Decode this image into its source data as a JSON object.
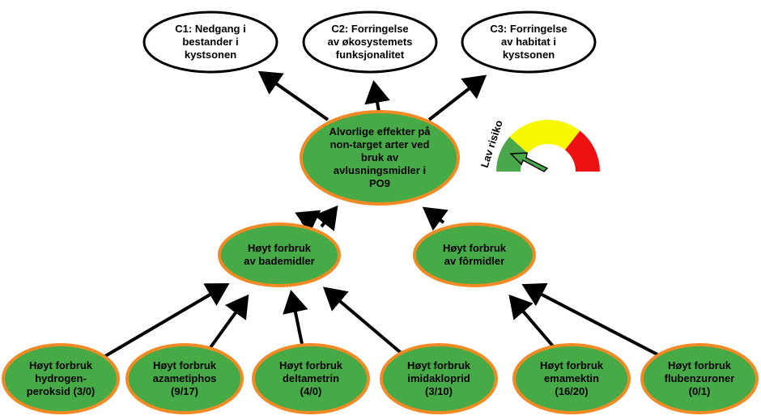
{
  "consequences": [
    {
      "lines": [
        "C1: Nedgang i",
        "bestander i",
        "kystsonen"
      ]
    },
    {
      "lines": [
        "C2: Forringelse",
        "av økosystemets",
        "funksjonalitet"
      ]
    },
    {
      "lines": [
        "C3: Forringelse",
        "av habitat i",
        "kystsonen"
      ]
    }
  ],
  "top_event": {
    "lines": [
      "Alvorlige effekter på",
      "non-target arter ved",
      "bruk av",
      "avlusningsmidler i",
      "PO9"
    ]
  },
  "intermediate": [
    {
      "lines": [
        "Høyt forbruk",
        "av bademidler"
      ]
    },
    {
      "lines": [
        "Høyt forbruk",
        "av fôrmidler"
      ]
    }
  ],
  "causes": [
    {
      "lines": [
        "Høyt forbruk",
        "hydrogen-",
        "peroksid (3/0)"
      ]
    },
    {
      "lines": [
        "Høyt forbruk",
        "azametiphos",
        "(9/17)"
      ]
    },
    {
      "lines": [
        "Høyt forbruk",
        "deltametrin",
        "(4/0)"
      ]
    },
    {
      "lines": [
        "Høyt forbruk",
        "imidakloprid",
        "(3/10)"
      ]
    },
    {
      "lines": [
        "Høyt forbruk",
        "emamektin",
        "(16/20)"
      ]
    },
    {
      "lines": [
        "Høyt forbruk",
        "flubenzuroner",
        "(0/1)"
      ]
    }
  ],
  "risk_gauge": {
    "label": "Lav risiko",
    "level": "low",
    "colors": {
      "low": "#4aa84a",
      "medium": "#f7f700",
      "high": "#ee1111"
    }
  },
  "colors": {
    "node_fill": "#46ab47",
    "node_border": "#f08a24",
    "consequence_fill": "#ffffff",
    "consequence_border": "#000000",
    "arrow": "#000000"
  }
}
